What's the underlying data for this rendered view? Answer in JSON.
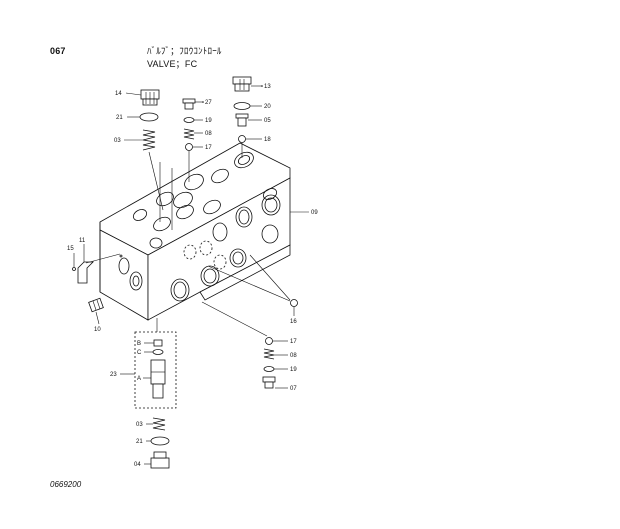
{
  "header": {
    "page_number": "067",
    "title_jp": "ﾊﾞﾙﾌﾞ；ﾌﾛｳｺﾝﾄﾛｰﾙ",
    "title_en": "VALVE；FC"
  },
  "drawing_number": "0669200",
  "callouts": {
    "c14": "14",
    "c21a": "21",
    "c03a": "03",
    "c27": "27",
    "c19a": "19",
    "c08a": "08",
    "c17a": "17",
    "c13": "13",
    "c20": "20",
    "c05": "05",
    "c18": "18",
    "c09": "09",
    "c15": "15",
    "c11": "11",
    "c10": "10",
    "c16": "16",
    "c17b": "17",
    "c08b": "08",
    "c19b": "19",
    "c07": "07",
    "c23": "23",
    "cB": "B",
    "cC": "C",
    "cA": "A",
    "c03b": "03",
    "c21b": "21",
    "c04": "04"
  }
}
